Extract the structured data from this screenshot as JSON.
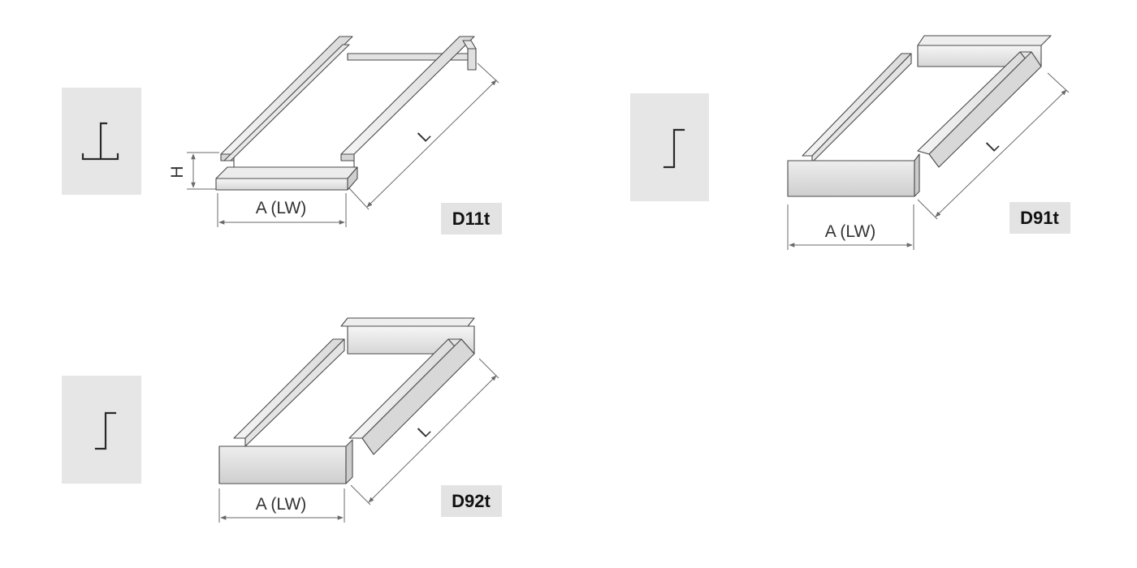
{
  "diagrams": [
    {
      "code": "D11t",
      "width_label": "A (LW)",
      "length_label": "L",
      "height_label": "H",
      "icon": "t-profile-icon"
    },
    {
      "code": "D91t",
      "width_label": "A (LW)",
      "length_label": "L",
      "icon": "j-profile-icon"
    },
    {
      "code": "D92t",
      "width_label": "A (LW)",
      "length_label": "L",
      "icon": "j-profile-icon"
    }
  ],
  "colors": {
    "icon_box": "#e6e6e6",
    "code_box": "#e3e3e3",
    "metal_light": "#f1f1f1",
    "metal_mid": "#dcdcdc",
    "metal_dark": "#c4c4c4",
    "line": "#4a4a4a"
  }
}
